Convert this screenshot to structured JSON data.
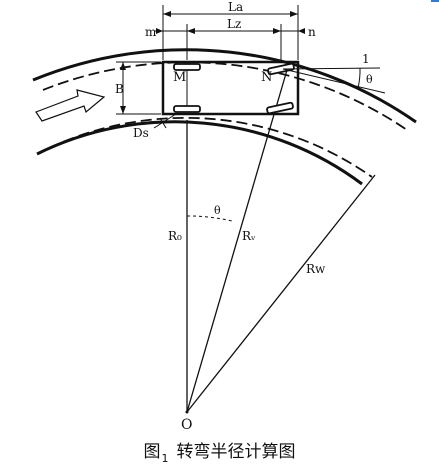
{
  "labels": {
    "La": "La",
    "m": "m",
    "Lz": "Lz",
    "n": "n",
    "M": "M",
    "N": "N",
    "one": "1",
    "theta_right": "θ",
    "B": "B",
    "Ds": "Ds",
    "theta_center": "θ",
    "R0": "R₀",
    "Rv": "Rᵥ",
    "Rw": "Rw",
    "O": "O"
  },
  "caption": {
    "prefix": "图",
    "number": "1",
    "text": "转弯半径计算图"
  },
  "colors": {
    "ink": "#111111",
    "accent": "#2f7bd6"
  }
}
